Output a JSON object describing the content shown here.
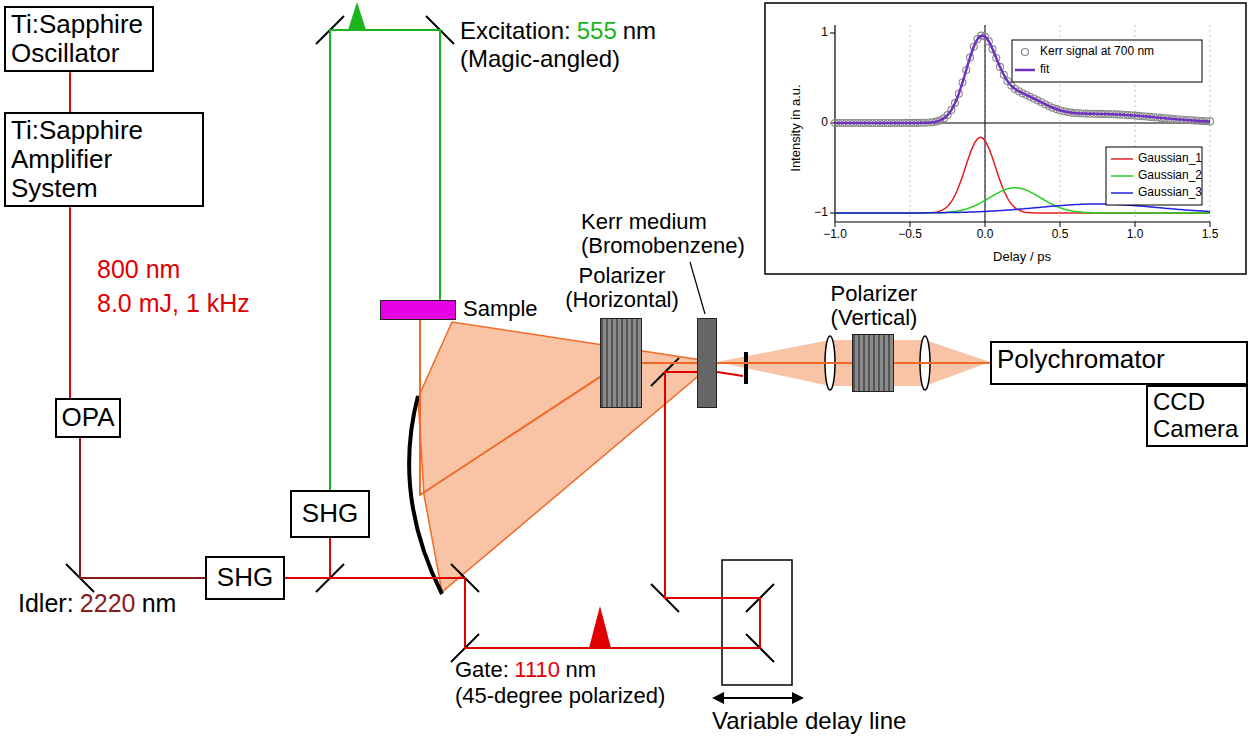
{
  "diagram": {
    "nodes": [
      {
        "text": [
          "Ti:Sapphire Oscillator"
        ]
      },
      {
        "text": [
          "Ti:Sapphire Amplifier System"
        ]
      },
      {
        "text": [
          "OPA"
        ]
      },
      {
        "text": [
          "SHG"
        ]
      },
      {
        "text": [
          "SHG"
        ]
      },
      {
        "text": [
          "Sample"
        ]
      },
      {
        "text": [
          "Polarizer (Horizontal)"
        ]
      },
      {
        "text": [
          "Kerr medium (Bromobenzene)"
        ]
      },
      {
        "text": [
          "Polarizer (Vertical)"
        ]
      },
      {
        "text": [
          "Polychromator"
        ]
      },
      {
        "text": [
          "CCD Camera"
        ]
      }
    ],
    "edges": [
      {
        "from": 0,
        "to": 1,
        "arrow": "none"
      },
      {
        "from": 1,
        "to": 2,
        "arrow": "none"
      },
      {
        "from": 2,
        "to": 4,
        "arrow": "none"
      },
      {
        "from": 4,
        "to": 3,
        "arrow": "none"
      },
      {
        "from": 3,
        "to": 5,
        "arrow": "none"
      },
      {
        "from": 5,
        "to": 6,
        "arrow": "none"
      },
      {
        "from": 6,
        "to": 7,
        "arrow": "none"
      },
      {
        "from": 7,
        "to": 8,
        "arrow": "none"
      },
      {
        "from": 8,
        "to": 9,
        "arrow": "none"
      },
      {
        "from": 4,
        "to": 7,
        "arrow": "none"
      }
    ],
    "labels": [
      "800 nm",
      "8.0 mJ, 1 kHz",
      "Idler:",
      "2220",
      "nm",
      "Excitation:",
      "555",
      "nm",
      "(Magic-angled)",
      "Gate:",
      "1110",
      "nm",
      "(45-degree polarized)",
      "Variable delay line",
      "1",
      "0",
      "−1",
      "−1.0",
      "−0.5",
      "0.0",
      "0.5",
      "1.0",
      "1.5",
      "Intensity in a.u.",
      "Delay / ps"
    ],
    "legend": [
      {
        "text": "Kerr signal at 700 nm"
      },
      {
        "text": "fit"
      },
      {
        "text": "Gaussian_1"
      },
      {
        "text": "Gaussian_2"
      },
      {
        "text": "Gaussian_3"
      }
    ]
  }
}
